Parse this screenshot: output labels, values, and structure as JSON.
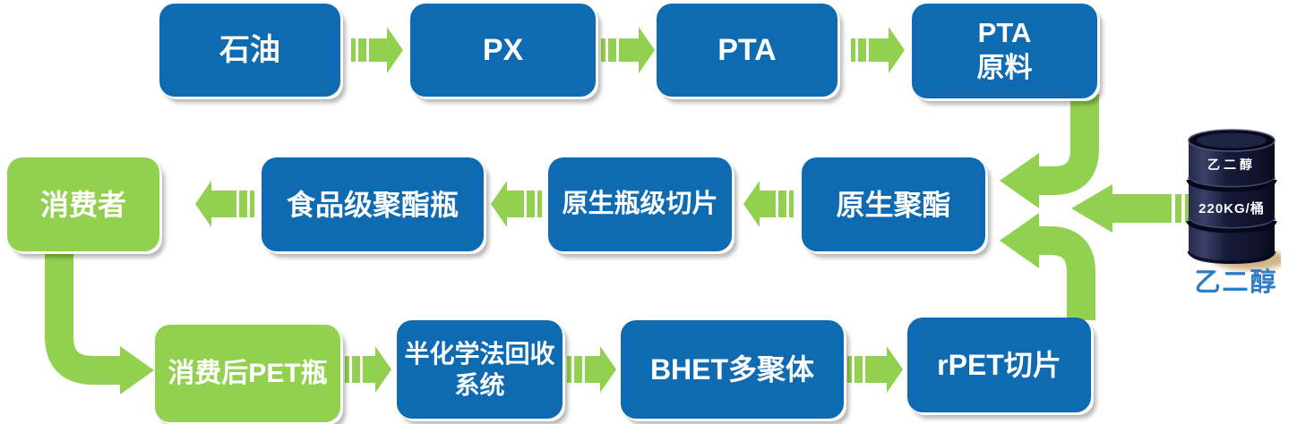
{
  "colors": {
    "node_blue": "#0e6ab1",
    "node_green": "#92d050",
    "arrow_green": "#92d050",
    "node_text": "#ffffff",
    "barrel_body_navy": "#1a1e3c",
    "barrel_caption_blue": "#2c7dc2"
  },
  "nodes": {
    "petroleum": {
      "label": "石油"
    },
    "px": {
      "label": "PX"
    },
    "pta": {
      "label": "PTA"
    },
    "pta_raw": {
      "label": "PTA\n原料"
    },
    "consumer": {
      "label": "消费者"
    },
    "food_grade_bottle": {
      "label": "食品级聚酯瓶"
    },
    "virgin_bottle_chip": {
      "label": "原生瓶级切片"
    },
    "virgin_polyester": {
      "label": "原生聚酯"
    },
    "post_consumer_pet": {
      "label": "消费后PET瓶"
    },
    "semi_chemical_recycling": {
      "label": "半化学法回收\n系统"
    },
    "bhet_oligomer": {
      "label": "BHET多聚体"
    },
    "rpet_chip": {
      "label": "rPET切片"
    }
  },
  "barrel": {
    "drum_label": "乙二醇",
    "drum_capacity": "220KG/桶",
    "caption": "乙二醇"
  }
}
